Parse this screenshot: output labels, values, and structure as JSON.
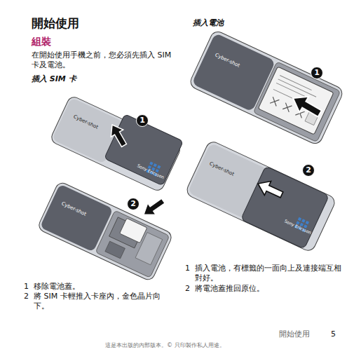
{
  "diagram": {
    "title": "開始使用",
    "nodes": [
      {
        "text": [
          "1"
        ]
      },
      {
        "text": [
          "2"
        ]
      },
      {
        "text": [
          "1"
        ]
      },
      {
        "text": [
          "2"
        ]
      }
    ],
    "labels": [
      "組裝",
      "在開始使用手機之前，您必須先插入 SIM 卡及電池。",
      "插入 SIM 卡",
      "插入電池",
      "1",
      "移除電池蓋。",
      "2",
      "將 SIM 卡輕推入卡座內，金色晶片向下。",
      "1",
      "插入電池，有標籤的一面向上及連接端互相對好。",
      "2",
      "將電池蓋推回原位。",
      "開始使用",
      "5",
      "這是本出版的內部版本。© 只印製作私人用途。",
      "Cyber-shot",
      "Cyber-shot",
      "Cyber-shot",
      "Cyber-shot",
      "Sony Ericsson",
      "Sony Ericsson"
    ]
  }
}
